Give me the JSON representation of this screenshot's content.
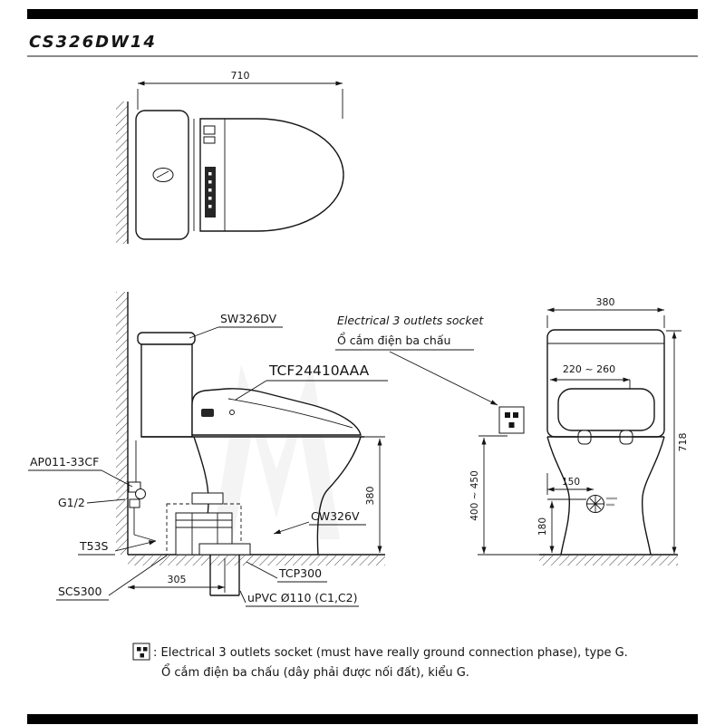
{
  "header": {
    "model": "CS326DW14"
  },
  "top_view": {
    "dim_width": "710"
  },
  "side_view": {
    "part_tank": "SW326DV",
    "part_washlet": "TCF24410AAA",
    "socket_label_en": "Electrical 3 outlets socket",
    "socket_label_vi": "Ổ cắm điện ba chấu",
    "part_valve": "AP011-33CF",
    "part_thread": "G1/2",
    "part_seal": "T53S",
    "part_drain": "SCS300",
    "part_bowl": "CW326V",
    "part_outlet": "TCP300",
    "part_pipe": "uPVC Ø110 (C1,C2)",
    "dim_rim_height": "380",
    "dim_drain_offset": "305"
  },
  "rear_view": {
    "dim_width": "380",
    "dim_socket_range": "220 ~ 260",
    "dim_total_height": "718",
    "dim_socket_height": "400 ~ 450",
    "dim_supply_offset": "150",
    "dim_supply_height": "180"
  },
  "footnote": {
    "line1_en": ": Electrical 3 outlets socket (must have really ground connection phase), type G.",
    "line2_vi": "Ổ cắm điện ba chấu (dây phải được nối đất), kiểu G."
  },
  "colors": {
    "ink": "#151515",
    "background": "#ffffff"
  }
}
